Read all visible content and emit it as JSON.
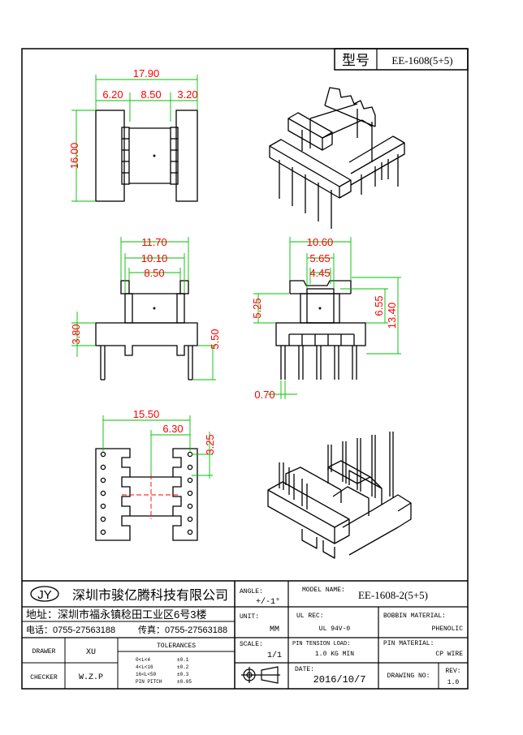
{
  "header": {
    "model_label": "型号",
    "model_value": "EE-1608(5+5)"
  },
  "dimensions": {
    "top_view": {
      "overall_width": "17.90",
      "left": "6.20",
      "middle": "8.50",
      "right": "3.20",
      "height": "16.00"
    },
    "front_view": {
      "outer": "11.70",
      "mid": "10.10",
      "inner": "8.50",
      "flange": "3.80",
      "pin_len": "5.50"
    },
    "side_view": {
      "width": "10.60",
      "mid": "5.65",
      "inner": "4.45",
      "upper": "5.25",
      "core": "6.55",
      "total": "13.40",
      "pin": "0.70"
    },
    "bottom_view": {
      "span": "15.50",
      "pitch_group": "6.30",
      "pitch": "3.25"
    }
  },
  "title_block": {
    "logo": "JY",
    "company": "深圳市骏亿腾科技有限公司",
    "address": "地址：深圳市福永镇稔田工业区6号3楼",
    "phone": "电话：0755-27563188",
    "fax": "传真：0755-27563188",
    "angle_label": "ANGLE:",
    "angle_value": "+/-1°",
    "model_name_label": "MODEL NAME:",
    "model_name_value": "EE-1608-2(5+5)",
    "unit_label": "UNIT:",
    "unit_value": "MM",
    "ul_rec_label": "UL REC:",
    "ul_rec_value": "UL 94V-0",
    "bobbin_label": "BOBBIN MATERIAL:",
    "bobbin_value": "PHENOLIC",
    "drawer_label": "DRAWER",
    "drawer_value": "XU",
    "tolerances_label": "TOLERANCES",
    "tol_rows": [
      {
        "range": "0<L<4",
        "tol": "±0.1"
      },
      {
        "range": "4<L<16",
        "tol": "±0.2"
      },
      {
        "range": "16<L<50",
        "tol": "±0.3"
      },
      {
        "range": "PIN PITCH",
        "tol": "±0.05"
      }
    ],
    "scale_label": "SCALE:",
    "scale_value": "1/1",
    "pin_tension_label": "PIN TENSION LOAD:",
    "pin_tension_value": "1.0 KG MIN",
    "pin_material_label": "PIN MATERIAL:",
    "pin_material_value": "CP WIRE",
    "checker_label": "CHECKER",
    "checker_value": "W.Z.P",
    "date_label": "DATE:",
    "date_value": "2016/10/7",
    "drawing_no_label": "DRAWING NO:",
    "rev_label": "REV:",
    "rev_value": "1.0"
  }
}
